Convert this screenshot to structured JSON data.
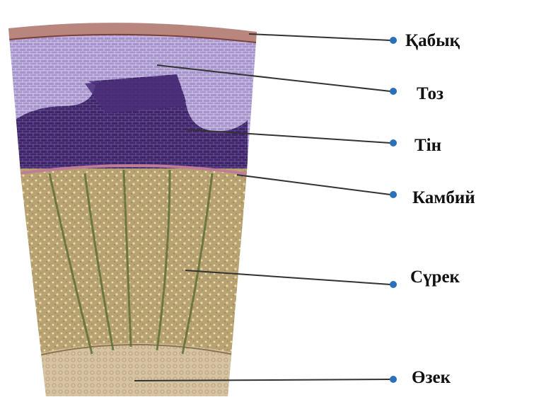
{
  "figure": {
    "colors": {
      "bark": "#b48a82",
      "phloem": "#9a86c0",
      "phloem_dark": "#3c2463",
      "cambium": "#b9748f",
      "wood": "#b59e71",
      "pith": "#d8c4a4",
      "leader_line": "#333333",
      "dot": "#2a71b9"
    },
    "labels": [
      {
        "text": "Қабық",
        "color": "#111111"
      },
      {
        "text": "Тоз",
        "color": "#111111"
      },
      {
        "text": "Тін",
        "color": "#111111"
      },
      {
        "text": "Камбий",
        "color": "#111111"
      },
      {
        "text": "Сүрек",
        "color": "#111111"
      },
      {
        "text": "Өзек",
        "color": "#111111"
      }
    ]
  }
}
